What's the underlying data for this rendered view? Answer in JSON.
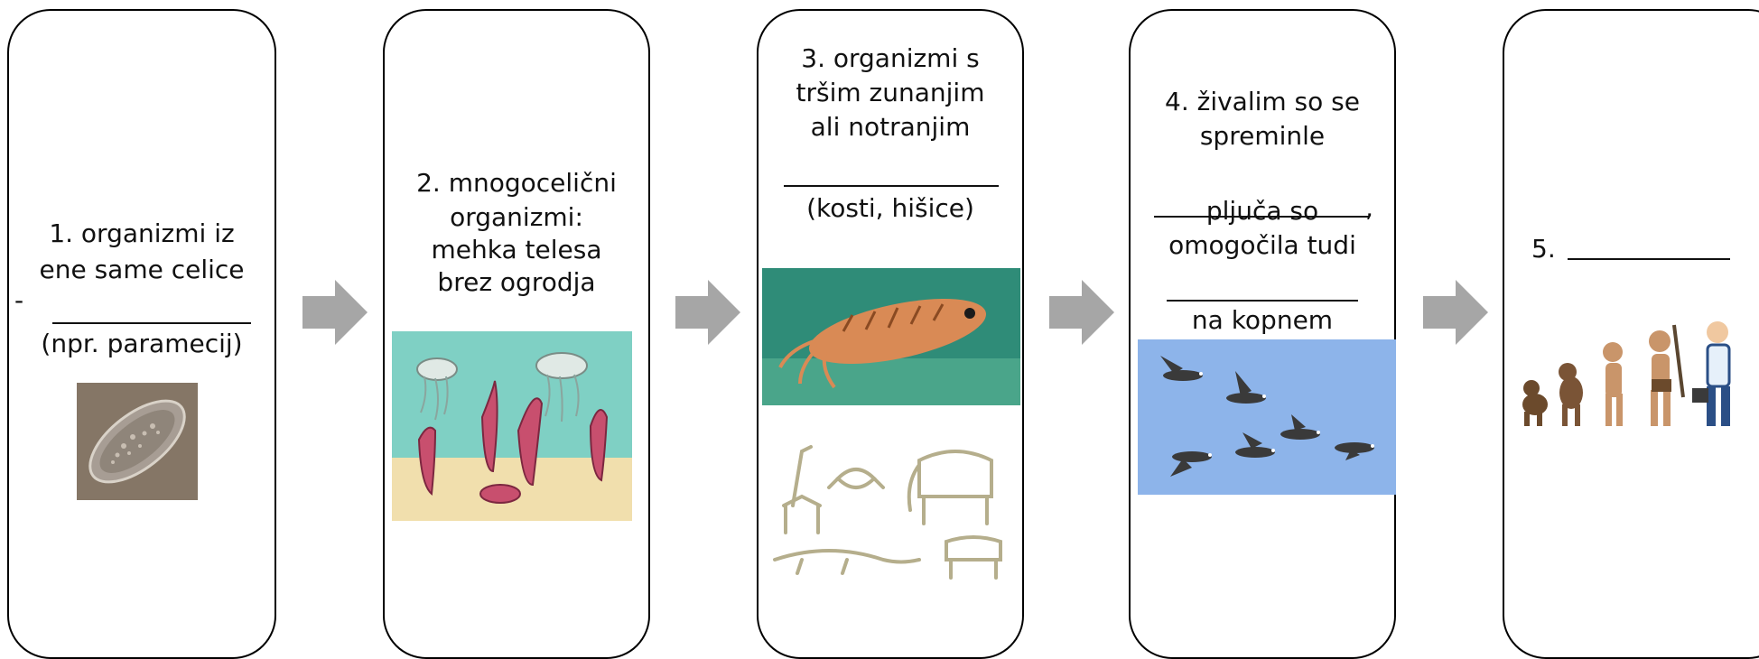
{
  "steps": [
    {
      "line1": "1. organizmi iz",
      "line2": "ene same celice",
      "dash": "-",
      "line3": "(npr. paramecij)",
      "image_icon": "paramecium-icon"
    },
    {
      "line1": "2. mnogocelični",
      "line2": "organizmi:",
      "line3": "mehka telesa",
      "line4": "brez ogrodja",
      "image_icon": "jellyfish-sea-icon"
    },
    {
      "line1": "3. organizmi s",
      "line2": "tršim zunanjim",
      "line3": "ali notranjim",
      "line4": "(kosti, hišice)",
      "image_icons": [
        "cuttlefish-icon",
        "skeletons-icon"
      ]
    },
    {
      "line1": "4. živalim so se",
      "line2": "spreminle",
      "comma": ",",
      "line3": "pljuča so",
      "line4": "omogočila tudi",
      "line5": "na kopnem",
      "image_icon": "geese-flying-icon"
    },
    {
      "label": "5.",
      "image_icon": "human-evolution-icon"
    }
  ],
  "arrow_icon": "right-arrow-icon",
  "colors": {
    "border": "#000000",
    "arrow": "#a6a6a6",
    "sky": "#8db4ea",
    "sea": "#7fd0c4",
    "sand": "#f1dfad"
  }
}
